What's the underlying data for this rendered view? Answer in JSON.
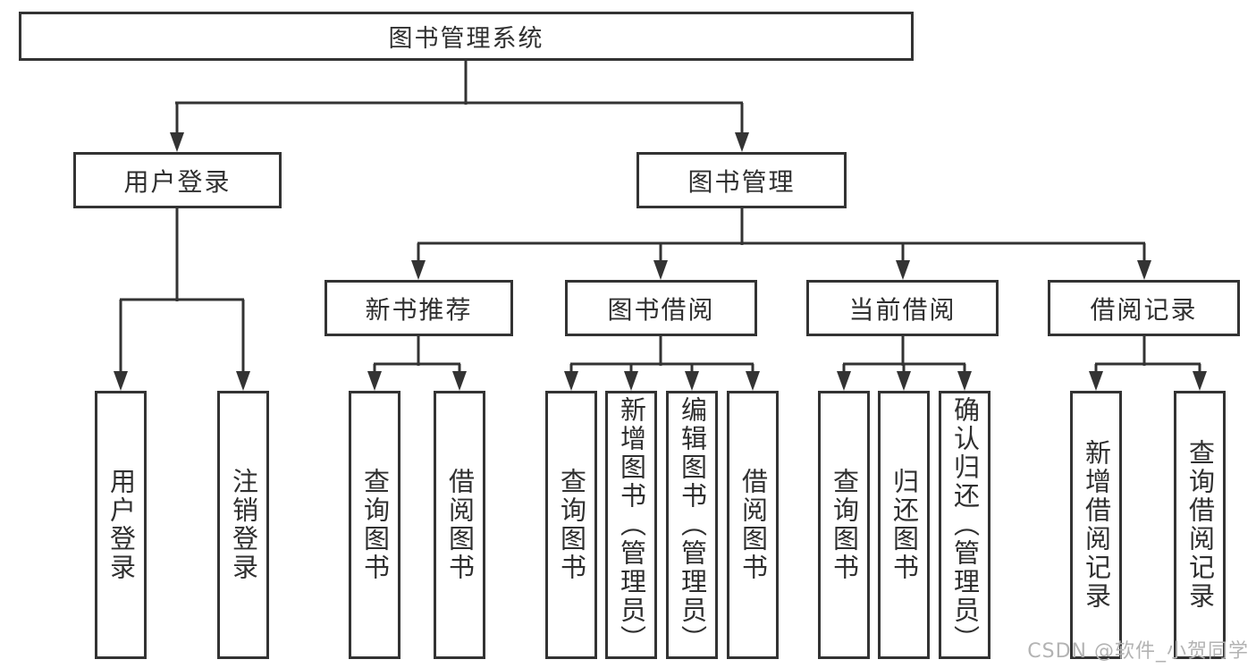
{
  "root": {
    "label": "图书管理系统"
  },
  "level1": [
    {
      "label": "用户登录"
    },
    {
      "label": "图书管理"
    }
  ],
  "level2": [
    {
      "label": "新书推荐"
    },
    {
      "label": "图书借阅"
    },
    {
      "label": "当前借阅"
    },
    {
      "label": "借阅记录"
    }
  ],
  "leaves": {
    "login": [
      "用户登录",
      "注销登录"
    ],
    "new_book": [
      "查询图书",
      "借阅图书"
    ],
    "borrow": [
      "查询图书",
      "新增图书（管理员）",
      "编辑图书（管理员）",
      "借阅图书"
    ],
    "current": [
      "查询图书",
      "归还图书",
      "确认归还（管理员）"
    ],
    "record": [
      "新增借阅记录",
      "查询借阅记录"
    ]
  },
  "watermark": "CSDN @软件_小贺同学",
  "colors": {
    "line": "#333333",
    "text": "#2f2f2f",
    "watermark": "#b3b3b3",
    "background": "#ffffff"
  }
}
